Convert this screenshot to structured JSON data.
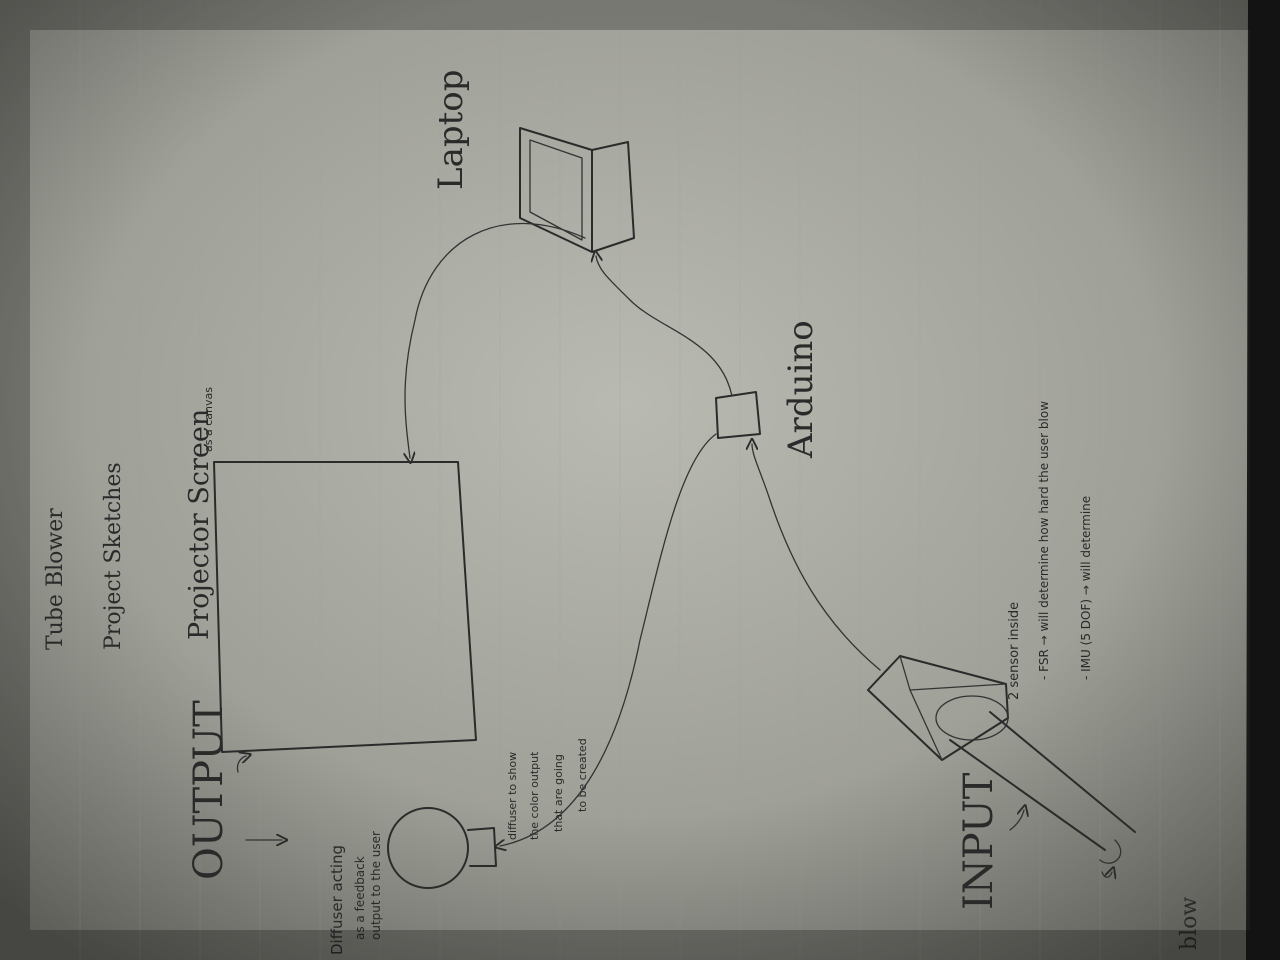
{
  "title": "Tube Blower",
  "subtitle": "Project Sketches",
  "labels": {
    "laptop": "Laptop",
    "arduino": "Arduino",
    "projector": "Projector Screen",
    "projector_note": "as a canvas",
    "output": "OUTPUT",
    "input": "INPUT",
    "blow": "blow",
    "diffuser_feedback": [
      "Diffuser acting",
      "as a feedback",
      "output to the user"
    ],
    "diffuser_color": [
      "diffuser to show",
      "the color output",
      "that are going",
      "to be created"
    ],
    "sensor_notes": [
      "2 sensor inside",
      "- FSR  →  will determine  how hard  the user blow",
      "- IMU (5 DOF)  →  will determine"
    ]
  },
  "colors": {
    "paper": "#8a8b84",
    "paper_light": "#b5b6ae",
    "ink": "#2b2b2b",
    "background": "#1a1a1a"
  }
}
